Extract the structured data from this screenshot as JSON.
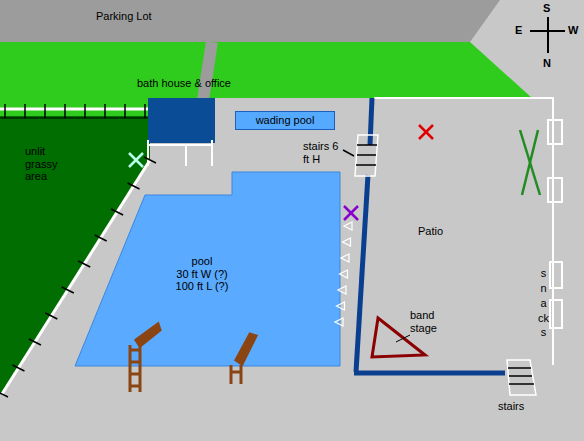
{
  "diagram": {
    "nodes": [
      {
        "text": [
          "Parking Lot"
        ]
      },
      {
        "text": [
          "bath house & office"
        ]
      },
      {
        "text": [
          "wading pool"
        ]
      },
      {
        "text": [
          "unlit grassy area"
        ]
      },
      {
        "text": [
          "pool",
          "30 ft W (?) 100 ft L (?)"
        ]
      },
      {
        "text": [
          "Patio"
        ]
      },
      {
        "text": [
          "band stage"
        ]
      }
    ],
    "labels": [
      "S",
      "E",
      "W",
      "N",
      "stairs 6 ft H",
      "snacks",
      "stairs"
    ]
  }
}
